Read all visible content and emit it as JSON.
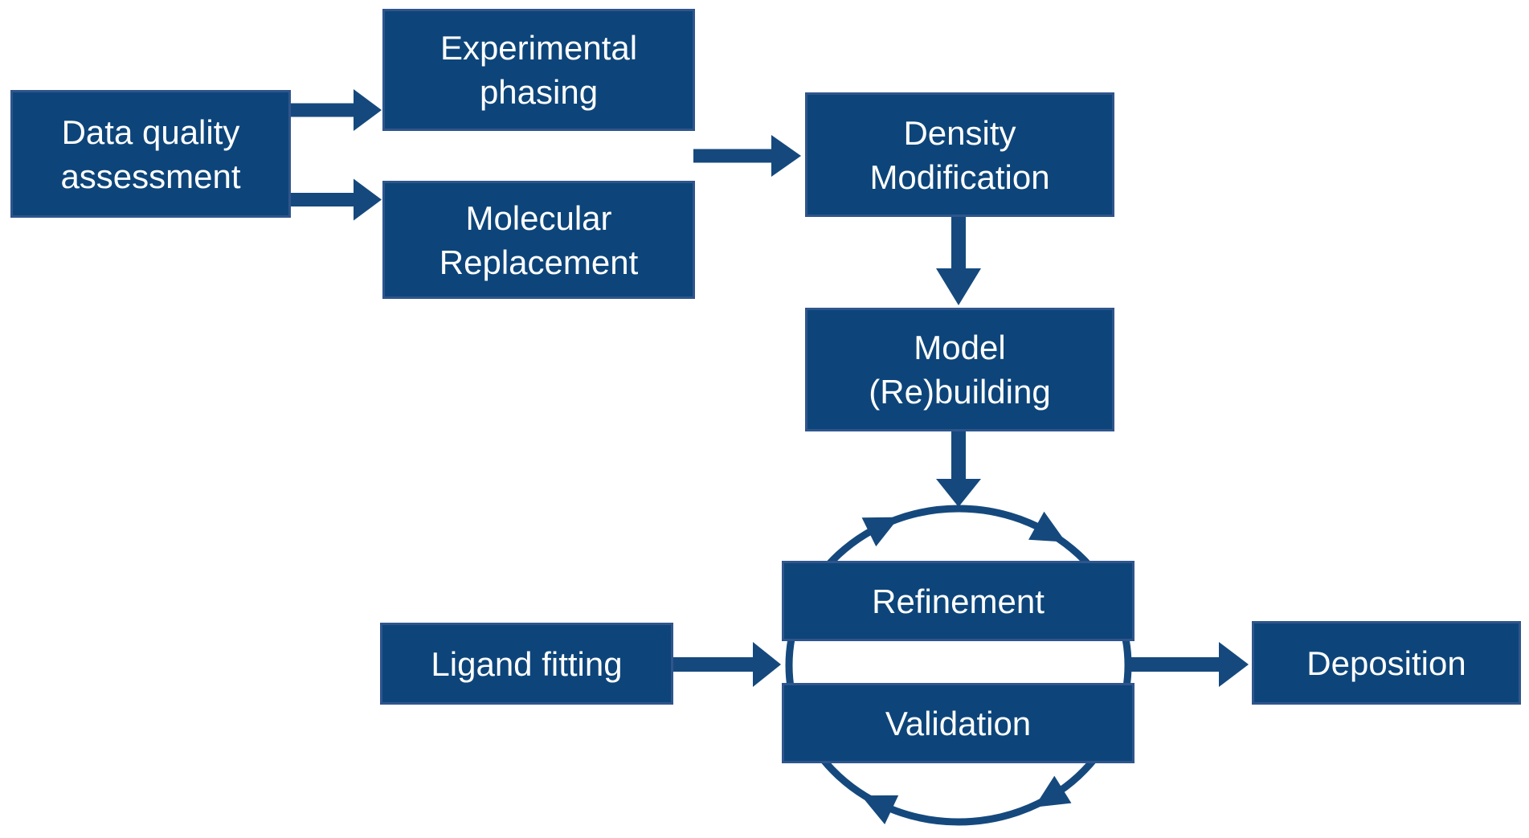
{
  "diagram": {
    "description": "Crystallographic structure solution workflow flowchart",
    "colors": {
      "background": "#ffffff",
      "box_fill": "#0d457a",
      "box_border": "#2f558c",
      "arrow": "#15497d",
      "text": "#ffffff"
    },
    "nodes": [
      {
        "id": "data-quality-assessment",
        "lines": [
          "Data quality",
          "assessment"
        ]
      },
      {
        "id": "experimental-phasing",
        "lines": [
          "Experimental",
          "phasing"
        ]
      },
      {
        "id": "molecular-replacement",
        "lines": [
          "Molecular",
          "Replacement"
        ]
      },
      {
        "id": "density-modification",
        "lines": [
          "Density",
          "Modification"
        ]
      },
      {
        "id": "model-rebuilding",
        "lines": [
          "Model",
          "(Re)building"
        ]
      },
      {
        "id": "refinement",
        "lines": [
          "Refinement"
        ]
      },
      {
        "id": "validation",
        "lines": [
          "Validation"
        ]
      },
      {
        "id": "ligand-fitting",
        "lines": [
          "Ligand fitting"
        ]
      },
      {
        "id": "deposition",
        "lines": [
          "Deposition"
        ]
      }
    ],
    "edges": [
      {
        "from": "data-quality-assessment",
        "to": "experimental-phasing"
      },
      {
        "from": "data-quality-assessment",
        "to": "molecular-replacement"
      },
      {
        "from": "experimental-phasing / molecular-replacement",
        "to": "density-modification"
      },
      {
        "from": "density-modification",
        "to": "model-rebuilding"
      },
      {
        "from": "model-rebuilding",
        "to": "refinement-validation-cycle"
      },
      {
        "from": "ligand-fitting",
        "to": "refinement-validation-cycle"
      },
      {
        "from": "refinement-validation-cycle",
        "to": "deposition"
      },
      {
        "from": "refinement",
        "to": "validation",
        "type": "clockwise-cycle"
      }
    ]
  }
}
